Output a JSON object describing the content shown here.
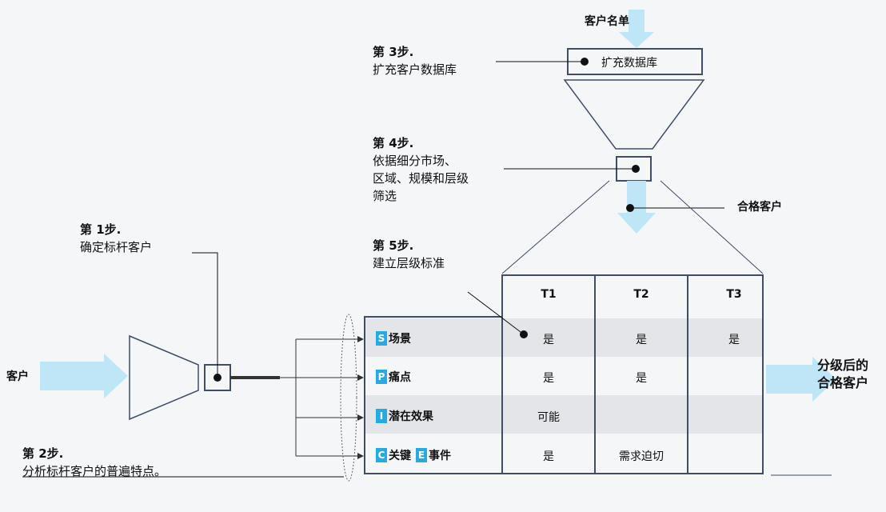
{
  "input_label": "客户",
  "output_label": [
    "分级后的",
    "合格客户"
  ],
  "customer_list_label": "客户名单",
  "qualified_label": "合格客户",
  "db_box_label": "扩充数据库",
  "steps": [
    {
      "title": "第 1步.",
      "desc": [
        "确定标杆客户"
      ]
    },
    {
      "title": "第 2步.",
      "desc": [
        "分析标杆客户的普遍特点。"
      ]
    },
    {
      "title": "第 3步.",
      "desc": [
        "扩充客户数据库"
      ]
    },
    {
      "title": "第 4步.",
      "desc": [
        " 依据细分市场、",
        "区域、规模和层级",
        "筛选"
      ]
    },
    {
      "title": "第 5步.",
      "desc": [
        "建立层级标准"
      ]
    }
  ],
  "table": {
    "columns": [
      "T1",
      "T2",
      "T3"
    ],
    "rows": [
      {
        "badges": [
          {
            "letter": "S",
            "text": "场景"
          }
        ],
        "cells": [
          "是",
          "是",
          "是"
        ]
      },
      {
        "badges": [
          {
            "letter": "P",
            "text": "痛点"
          }
        ],
        "cells": [
          "是",
          "是",
          ""
        ]
      },
      {
        "badges": [
          {
            "letter": "I",
            "text": "潜在效果"
          }
        ],
        "cells": [
          "可能",
          "",
          ""
        ]
      },
      {
        "badges": [
          {
            "letter": "C",
            "text": "关键"
          },
          {
            "letter": "E",
            "text": "事件"
          }
        ],
        "cells": [
          "是",
          "需求迫切",
          ""
        ]
      }
    ]
  },
  "colors": {
    "arrow": "#bfe6f6",
    "badge": "#27a9e1",
    "frame": "#3f4d66",
    "band": "#e3e5e8"
  }
}
